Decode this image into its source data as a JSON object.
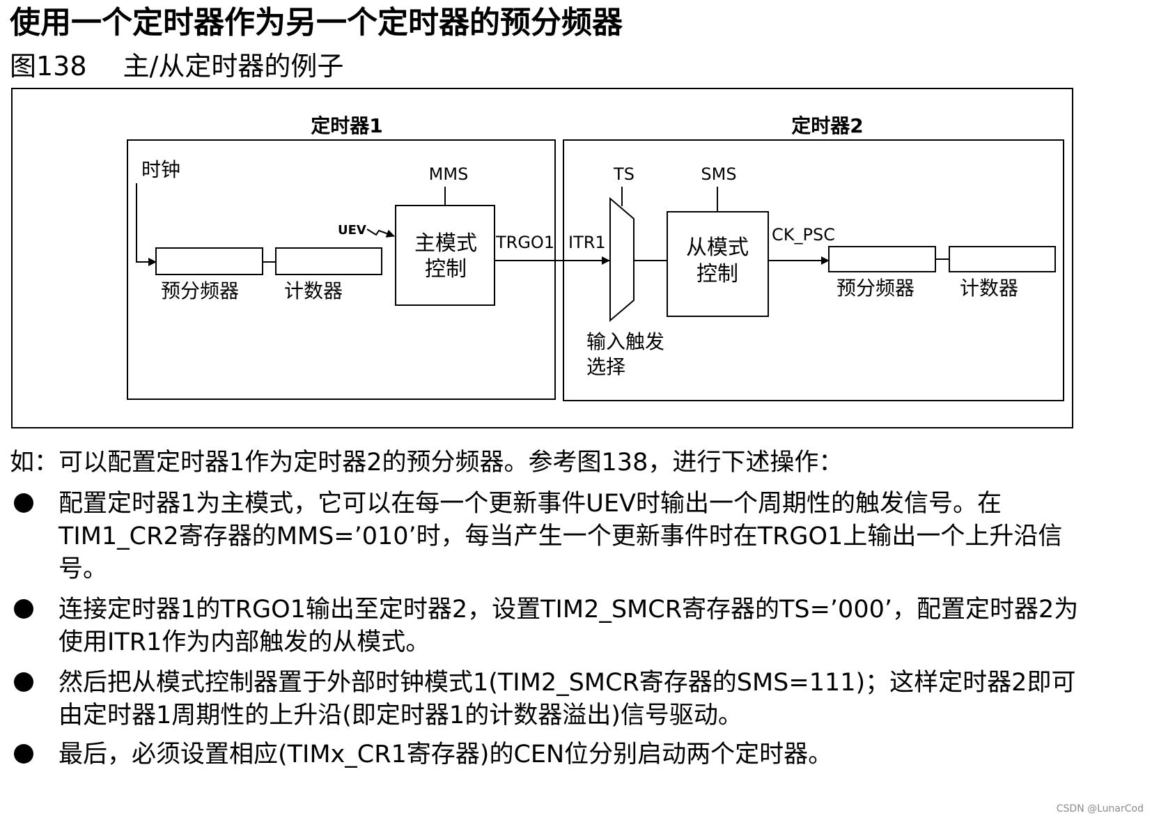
{
  "heading": "使用一个定时器作为另一个定时器的预分频器",
  "figure": {
    "number": "图138",
    "title": "主/从定时器的例子"
  },
  "diagram": {
    "timer1": {
      "title": "定时器1",
      "clock_label": "时钟",
      "prescaler_label": "预分频器",
      "counter_label": "计数器",
      "mms_label": "MMS",
      "uev_label": "UEV",
      "master_block_line1": "主模式",
      "master_block_line2": "控制",
      "trgo_label": "TRGO1"
    },
    "timer2": {
      "title": "定时器2",
      "itr_label": "ITR1",
      "ts_label": "TS",
      "sms_label": "SMS",
      "mux_label_line1": "输入触发",
      "mux_label_line2": "选择",
      "slave_block_line1": "从模式",
      "slave_block_line2": "控制",
      "ck_psc_label": "CK_PSC",
      "prescaler_label": "预分频器",
      "counter_label": "计数器"
    }
  },
  "intro": "如：可以配置定时器1作为定时器2的预分频器。参考图138，进行下述操作：",
  "bullets": [
    "配置定时器1为主模式，它可以在每一个更新事件UEV时输出一个周期性的触发信号。在TIM1_CR2寄存器的MMS=’010’时，每当产生一个更新事件时在TRGO1上输出一个上升沿信号。",
    "连接定时器1的TRGO1输出至定时器2，设置TIM2_SMCR寄存器的TS=’000’，配置定时器2为使用ITR1作为内部触发的从模式。",
    "然后把从模式控制器置于外部时钟模式1(TIM2_SMCR寄存器的SMS=111)；这样定时器2即可由定时器1周期性的上升沿(即定时器1的计数器溢出)信号驱动。",
    "最后，必须设置相应(TIMx_CR1寄存器)的CEN位分别启动两个定时器。"
  ],
  "watermark": "CSDN @LunarCod"
}
